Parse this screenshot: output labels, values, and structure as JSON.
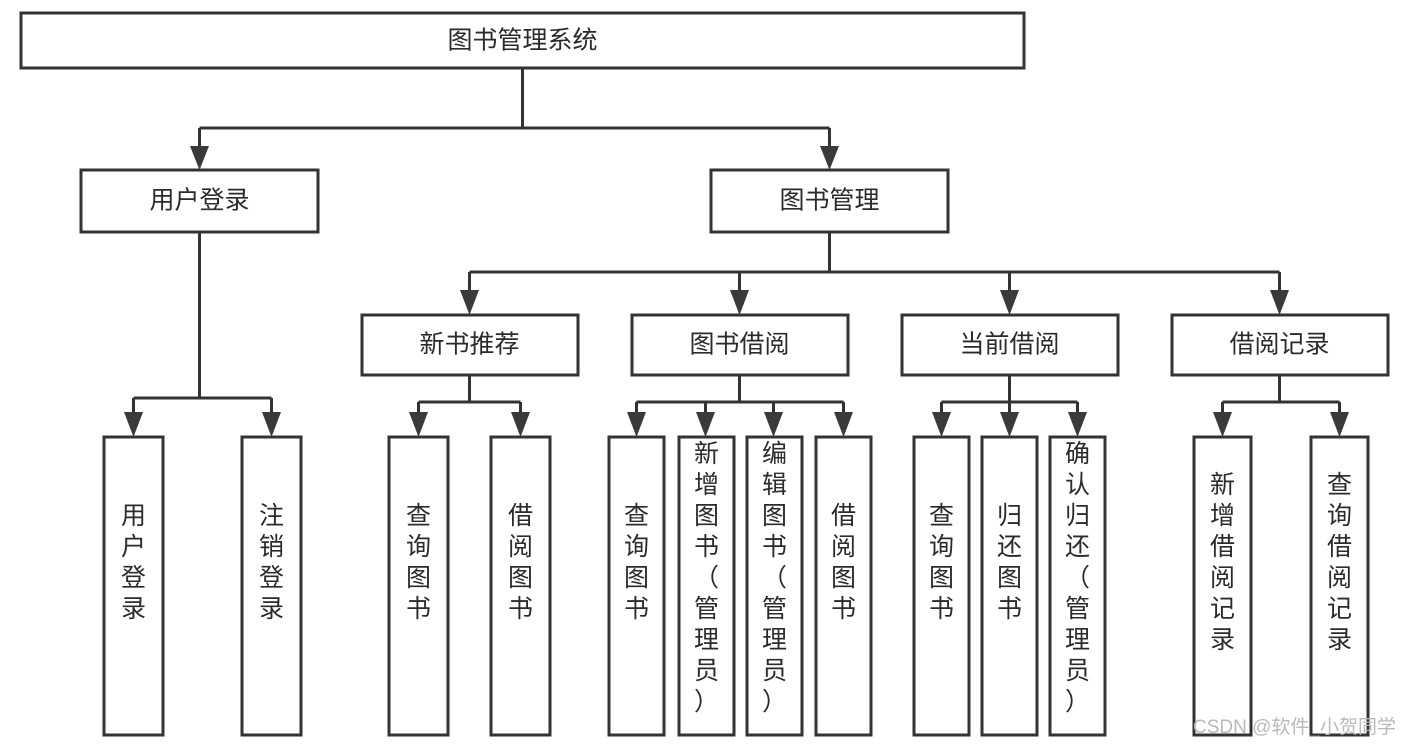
{
  "diagram": {
    "title_node": {
      "id": "root",
      "label": "图书管理系统",
      "orientation": "horizontal"
    },
    "level2": [
      {
        "id": "user-login",
        "label": "用户登录",
        "orientation": "horizontal"
      },
      {
        "id": "book-manage",
        "label": "图书管理",
        "orientation": "horizontal"
      }
    ],
    "level3": [
      {
        "id": "new-book-recommend",
        "label": "新书推荐",
        "orientation": "horizontal"
      },
      {
        "id": "book-borrow",
        "label": "图书借阅",
        "orientation": "horizontal"
      },
      {
        "id": "current-borrow",
        "label": "当前借阅",
        "orientation": "horizontal"
      },
      {
        "id": "borrow-record",
        "label": "借阅记录",
        "orientation": "horizontal"
      }
    ],
    "leaves": [
      {
        "id": "leaf-user-login",
        "parent": "user-login",
        "label": "用户登录",
        "orientation": "vertical"
      },
      {
        "id": "leaf-user-logout",
        "parent": "user-login",
        "label": "注销登录",
        "orientation": "vertical"
      },
      {
        "id": "leaf-query-book-1",
        "parent": "new-book-recommend",
        "label": "查询图书",
        "orientation": "vertical"
      },
      {
        "id": "leaf-borrow-book-1",
        "parent": "new-book-recommend",
        "label": "借阅图书",
        "orientation": "vertical"
      },
      {
        "id": "leaf-query-book-2",
        "parent": "book-borrow",
        "label": "查询图书",
        "orientation": "vertical"
      },
      {
        "id": "leaf-add-book",
        "parent": "book-borrow",
        "label": "新增图书（管理员）",
        "orientation": "vertical"
      },
      {
        "id": "leaf-edit-book",
        "parent": "book-borrow",
        "label": "编辑图书（管理员）",
        "orientation": "vertical"
      },
      {
        "id": "leaf-borrow-book-2",
        "parent": "book-borrow",
        "label": "借阅图书",
        "orientation": "vertical"
      },
      {
        "id": "leaf-query-book-3",
        "parent": "current-borrow",
        "label": "查询图书",
        "orientation": "vertical"
      },
      {
        "id": "leaf-return-book",
        "parent": "current-borrow",
        "label": "归还图书",
        "orientation": "vertical"
      },
      {
        "id": "leaf-confirm-return",
        "parent": "current-borrow",
        "label": "确认归还（管理员）",
        "orientation": "vertical"
      },
      {
        "id": "leaf-add-record",
        "parent": "borrow-record",
        "label": "新增借阅记录",
        "orientation": "vertical"
      },
      {
        "id": "leaf-query-record",
        "parent": "borrow-record",
        "label": "查询借阅记录",
        "orientation": "vertical"
      }
    ],
    "colors": {
      "border": "#333333",
      "text": "#2b2b2b",
      "background": "#ffffff",
      "arrow": "#3a3a3a",
      "watermark": "#b9b9b9"
    }
  },
  "watermark": {
    "label": "CSDN @软件_小贺同学"
  }
}
